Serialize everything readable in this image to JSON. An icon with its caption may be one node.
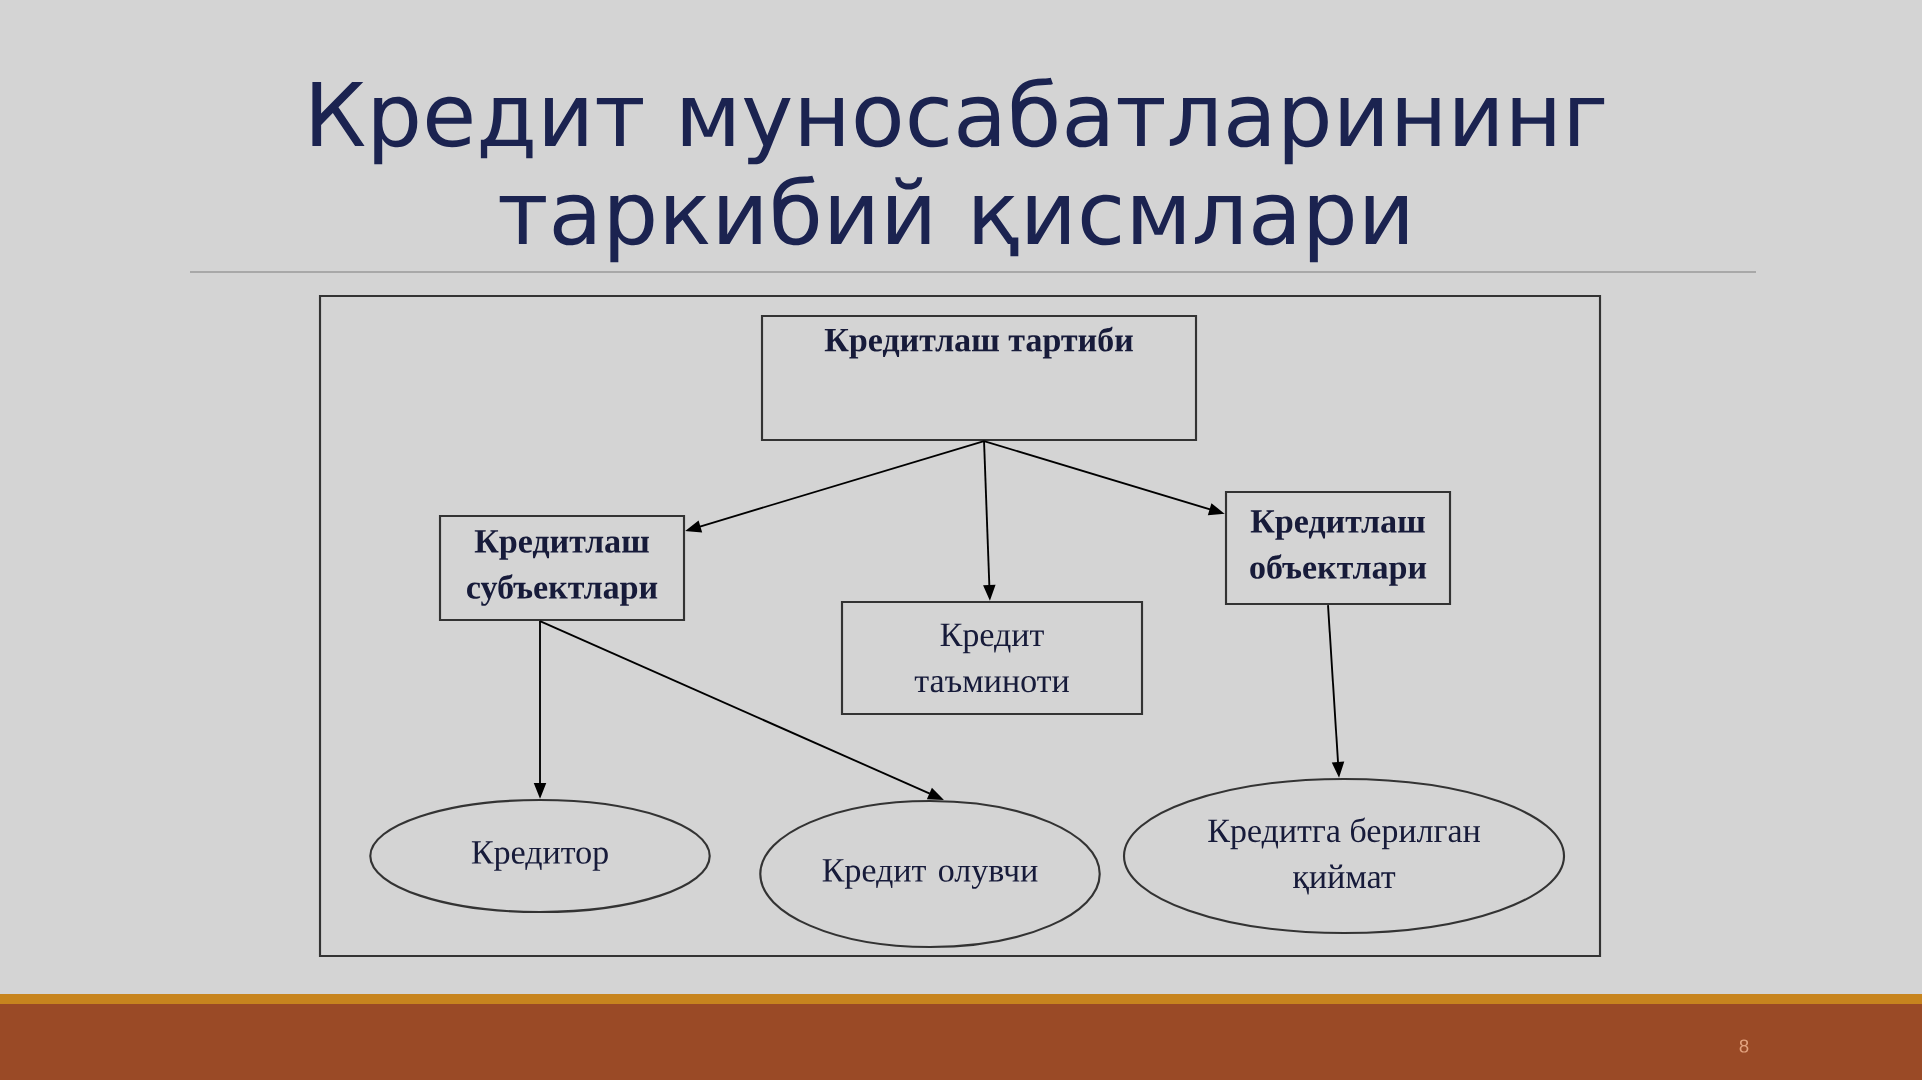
{
  "diagram": {
    "title": "Кредит муносабатларининг таркибий қисмлари",
    "nodes": [
      {
        "text": [
          "Кредитлаш тартиби"
        ]
      },
      {
        "text": [
          "Кредитлаш субъектлари"
        ]
      },
      {
        "text": [
          "Кредит таъминоти"
        ]
      },
      {
        "text": [
          "Кредитлаш объектлари"
        ]
      },
      {
        "text": [
          "Кредитор"
        ]
      },
      {
        "text": [
          "Кредит олувчи"
        ]
      },
      {
        "text": [
          "Кредитга берилган қиймат"
        ]
      }
    ],
    "edges": [
      {
        "from": 0,
        "to": 1,
        "arrow": "to"
      },
      {
        "from": 0,
        "to": 2,
        "arrow": "to"
      },
      {
        "from": 0,
        "to": 3,
        "arrow": "to"
      },
      {
        "from": 1,
        "to": 4,
        "arrow": "to"
      },
      {
        "from": 1,
        "to": 5,
        "arrow": "to"
      },
      {
        "from": 3,
        "to": 6,
        "arrow": "to"
      }
    ],
    "labels": [
      "8"
    ]
  }
}
